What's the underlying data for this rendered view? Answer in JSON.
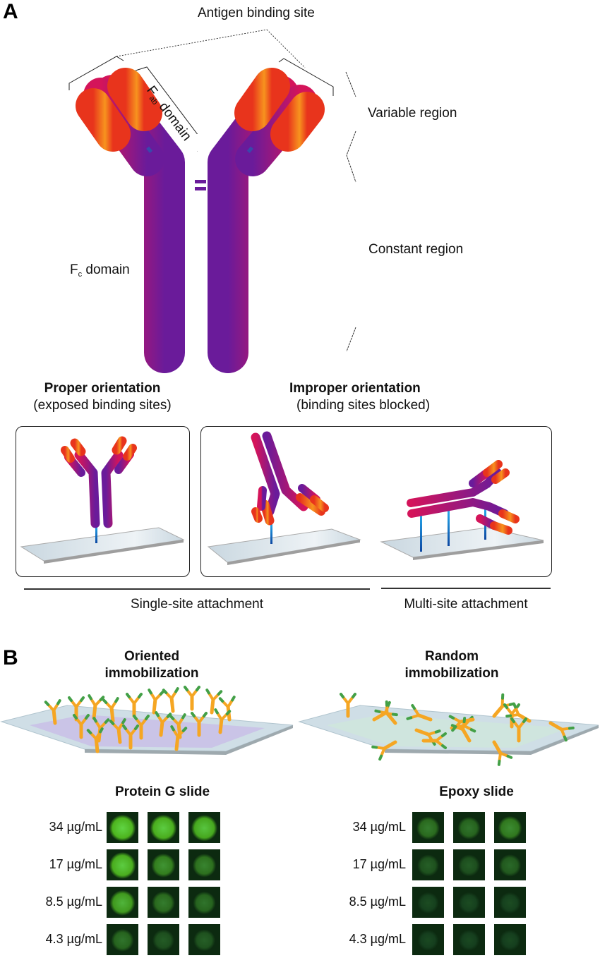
{
  "panelA": {
    "letter": "A",
    "labels": {
      "antigen_binding_site": "Antigen binding site",
      "fab_main": "F",
      "fab_sub": "ab",
      "fab_rest": " domain",
      "variable_region": "Variable region",
      "constant_region": "Constant region",
      "fc_main": "F",
      "fc_sub": "c",
      "fc_rest": " domain"
    },
    "orientation": {
      "proper_title": "Proper orientation",
      "proper_sub": "(exposed binding sites)",
      "improper_title": "Improper orientation",
      "improper_sub": "(binding sites blocked)"
    },
    "attachment": {
      "single": "Single-site attachment",
      "multi": "Multi-site attachment"
    },
    "colors": {
      "tip_orange": "#f7931e",
      "tip_red": "#e8341c",
      "chain_purple": "#6a1b9a",
      "chain_magenta": "#d4145a",
      "linker_blue": "#1e88e5"
    }
  },
  "panelB": {
    "letter": "B",
    "oriented_title_1": "Oriented",
    "oriented_title_2": "immobilization",
    "random_title_1": "Random",
    "random_title_2": "immobilization",
    "protein_g": {
      "title": "Protein G slide",
      "rows": [
        {
          "conc": "34 µg/mL",
          "intensity": [
            0.95,
            0.9,
            0.85
          ]
        },
        {
          "conc": "17 µg/mL",
          "intensity": [
            0.9,
            0.55,
            0.45
          ]
        },
        {
          "conc": "8.5 µg/mL",
          "intensity": [
            0.75,
            0.4,
            0.35
          ]
        },
        {
          "conc": "4.3 µg/mL",
          "intensity": [
            0.35,
            0.2,
            0.22
          ]
        }
      ]
    },
    "epoxy": {
      "title": "Epoxy slide",
      "rows": [
        {
          "conc": "34 µg/mL",
          "intensity": [
            0.4,
            0.35,
            0.5
          ]
        },
        {
          "conc": "17 µg/mL",
          "intensity": [
            0.22,
            0.2,
            0.28
          ]
        },
        {
          "conc": "8.5 µg/mL",
          "intensity": [
            0.1,
            0.1,
            0.1
          ]
        },
        {
          "conc": "4.3 µg/mL",
          "intensity": [
            0.08,
            0.08,
            0.08
          ]
        }
      ]
    }
  }
}
